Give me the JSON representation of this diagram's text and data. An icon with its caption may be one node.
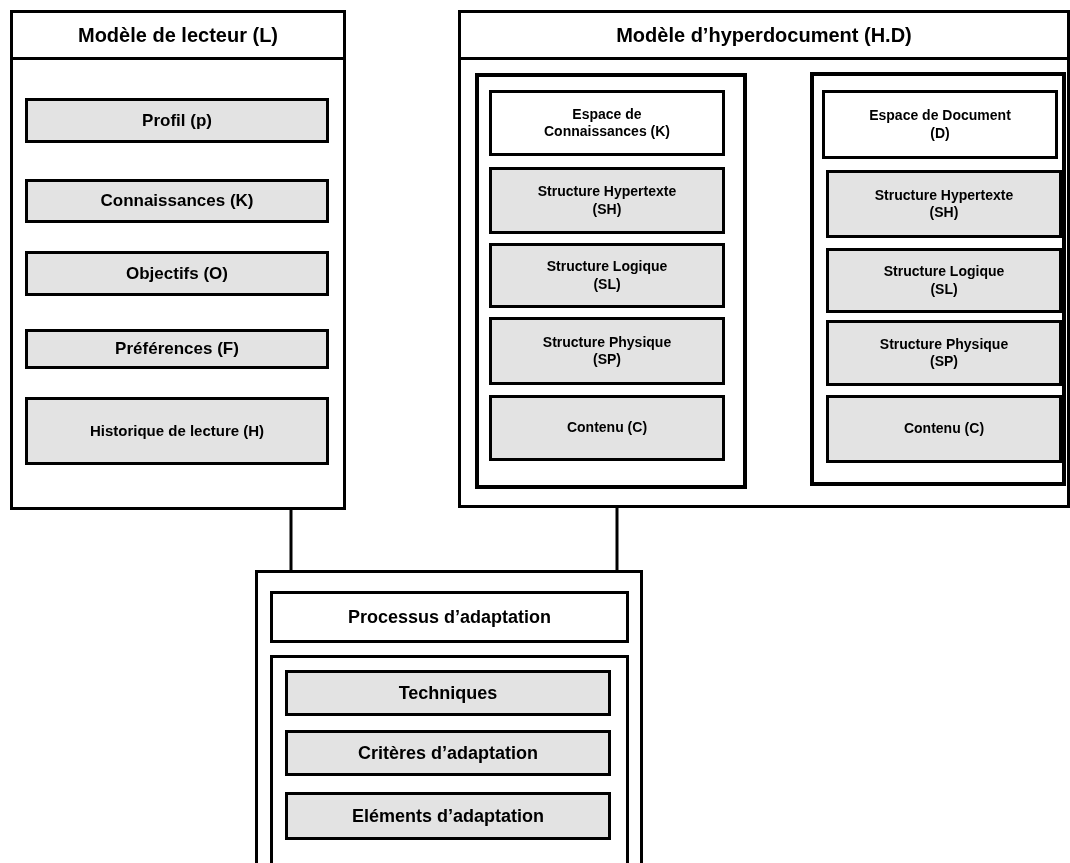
{
  "diagram": {
    "nodes": [
      {
        "text": [
          "Modèle de lecteur (L)"
        ]
      },
      {
        "text": [
          "Profil (p)"
        ],
        "in": 0
      },
      {
        "text": [
          "Connaissances (K)"
        ],
        "in": 0
      },
      {
        "text": [
          "Objectifs (O)"
        ],
        "in": 0
      },
      {
        "text": [
          "Préférences (F)"
        ],
        "in": 0
      },
      {
        "text": [
          "Historique de lecture (H)"
        ],
        "in": 0
      },
      {
        "text": [
          "Modèle d’hyperdocument (H.D)"
        ]
      },
      {
        "text": [],
        "shape": "box",
        "in": 6
      },
      {
        "text": [
          "Espace de Connaissances (K)"
        ],
        "in": 7
      },
      {
        "text": [
          "Structure Hypertexte (SH)"
        ],
        "in": 7
      },
      {
        "text": [
          "Structure Logique (SL)"
        ],
        "in": 7
      },
      {
        "text": [
          "Structure Physique (SP)"
        ],
        "in": 7
      },
      {
        "text": [
          "Contenu (C)"
        ],
        "in": 7
      },
      {
        "text": [],
        "shape": "box",
        "in": 6
      },
      {
        "text": [
          "Espace de Document (D)"
        ],
        "in": 13
      },
      {
        "text": [
          "Structure Hypertexte (SH)"
        ],
        "in": 13
      },
      {
        "text": [
          "Structure Logique (SL)"
        ],
        "in": 13
      },
      {
        "text": [
          "Structure Physique (SP)"
        ],
        "in": 13
      },
      {
        "text": [
          "Contenu (C)"
        ],
        "in": 13
      },
      {
        "text": [],
        "shape": "box"
      },
      {
        "text": [
          "Processus d’adaptation"
        ],
        "in": 19
      },
      {
        "text": [],
        "shape": "box",
        "in": 19
      },
      {
        "text": [
          "Techniques"
        ],
        "in": 21
      },
      {
        "text": [
          "Critères d’adaptation"
        ],
        "in": 21
      },
      {
        "text": [
          "Eléments d’adaptation"
        ],
        "in": 21
      }
    ],
    "edges": [
      {
        "from": 0,
        "to": 19,
        "arrow": "none"
      },
      {
        "from": 6,
        "to": 19,
        "arrow": "none"
      }
    ]
  }
}
